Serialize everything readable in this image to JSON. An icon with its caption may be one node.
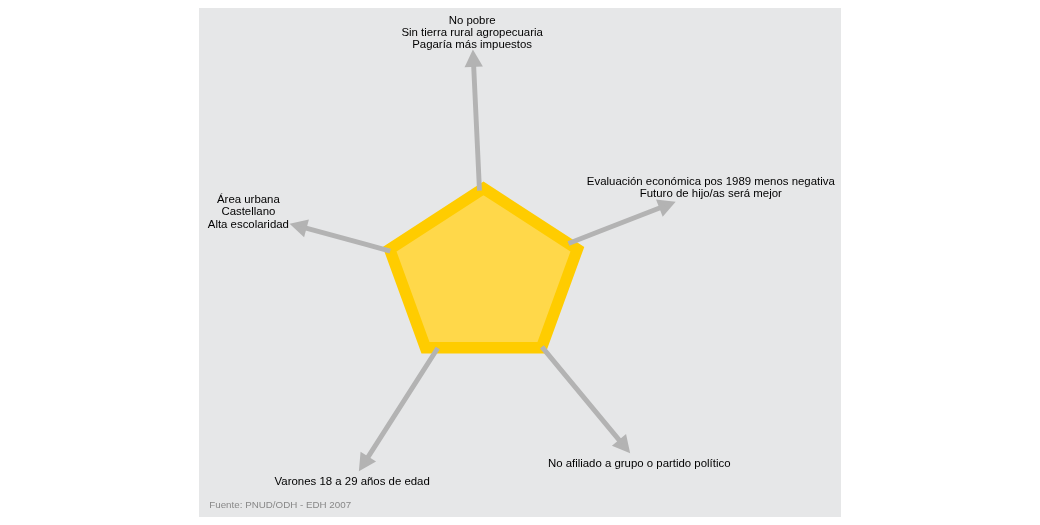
{
  "diagram": {
    "caption": "Fuente: PNUD/ODH - EDH 2007",
    "nodes": [
      {
        "text": [],
        "shape": "pentagon"
      },
      {
        "text": [
          "No afiliado a grupo o partido político"
        ]
      },
      {
        "text": [
          "Varones 18 a 29 años de edad"
        ]
      },
      {
        "text": [
          "Área urbana",
          "Castellano",
          "Alta escolaridad"
        ]
      },
      {
        "text": [
          "Evaluación económica pos 1989 menos negativa",
          "Futuro de hijo/as será mejor"
        ]
      },
      {
        "text": [
          "No pobre",
          "Sin tierra rural agropecuaria",
          "Pagaría más impuestos"
        ]
      }
    ],
    "edges": [
      {
        "from": 0,
        "to": 1,
        "arrow": "to"
      },
      {
        "from": 0,
        "to": 2,
        "arrow": "to"
      },
      {
        "from": 0,
        "to": 3,
        "arrow": "to"
      },
      {
        "from": 0,
        "to": 4,
        "arrow": "to"
      },
      {
        "from": 0,
        "to": 5,
        "arrow": "to"
      }
    ]
  }
}
